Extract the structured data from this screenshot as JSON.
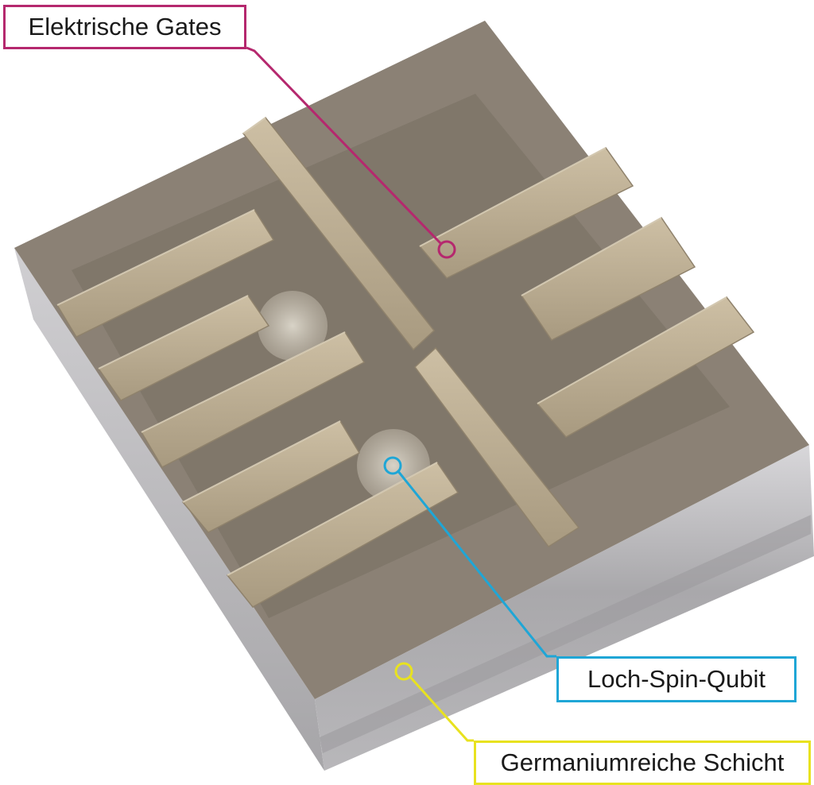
{
  "labels": {
    "gates": {
      "text": "Elektrische Gates",
      "color": "#b5286e"
    },
    "qubit": {
      "text": "Loch-Spin-Qubit",
      "color": "#1fa6d6"
    },
    "layer": {
      "text": "Germaniumreiche Schicht",
      "color": "#e8e21f"
    }
  },
  "colors": {
    "top_face": "#8a8074",
    "inner_region": "#7d7468",
    "gate_fill": "#b8aa90",
    "gate_highlight": "#d8ccb4",
    "front_face": "#b9b8bb",
    "side_face": "#c6c5c8",
    "qubit_spot": "#d2ccc0"
  }
}
